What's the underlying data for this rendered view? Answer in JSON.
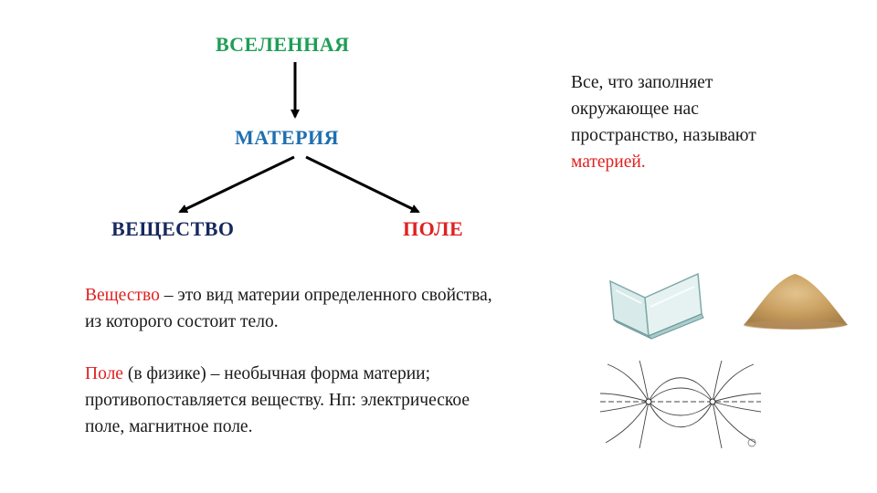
{
  "diagram": {
    "nodes": {
      "universe": "ВСЕЛЕННАЯ",
      "matter": "МАТЕРИЯ",
      "substance": "ВЕЩЕСТВО",
      "field": "ПОЛЕ"
    }
  },
  "definition": {
    "line1": "Все, что заполняет",
    "line2": "окружающее нас",
    "line3": "пространство, называют",
    "highlight": "материей."
  },
  "substance_text": {
    "term": "Вещество",
    "line1_rest": " – это вид материи определенного свойства,",
    "line2": "из которого состоит тело."
  },
  "field_text": {
    "term": "Поле",
    "line1_rest": " (в физике) – необычная форма материи;",
    "line2": "противопоставляется веществу. Нп: электрическое",
    "line3": "поле, магнитное поле."
  },
  "colors": {
    "universe": "#1e9e55",
    "matter": "#1f6fb0",
    "substance": "#17285e",
    "field": "#e02020"
  },
  "images": {
    "glass": "glass-plates-image",
    "sand": "sand-pile-image",
    "field_lines": "field-lines-image"
  }
}
